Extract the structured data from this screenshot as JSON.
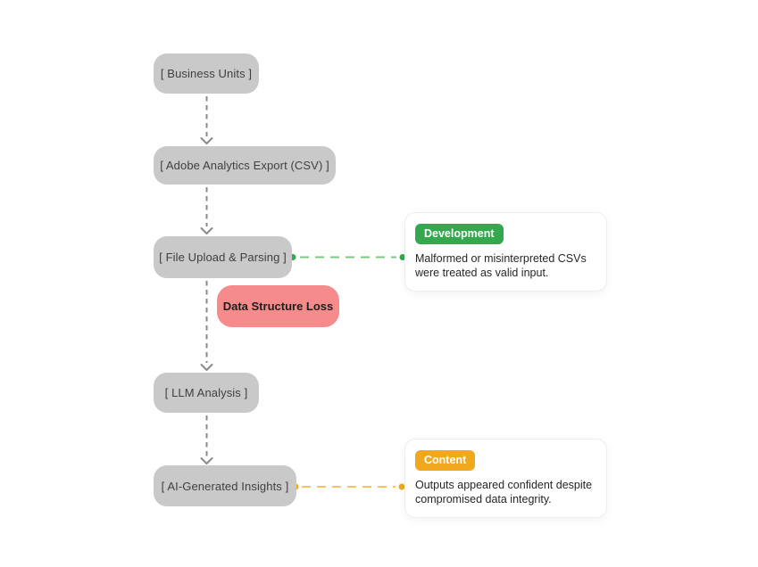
{
  "flow": {
    "nodes": [
      {
        "id": "business-units",
        "label": "[ Business Units ]"
      },
      {
        "id": "adobe-analytics-export",
        "label": "[ Adobe Analytics Export (CSV) ]"
      },
      {
        "id": "file-upload-parsing",
        "label": "[ File Upload & Parsing ]"
      },
      {
        "id": "llm-analysis",
        "label": "[ LLM Analysis ]"
      },
      {
        "id": "ai-generated-insights",
        "label": "[ AI-Generated Insights ]"
      }
    ],
    "risk_node": {
      "label": "Data Structure Loss",
      "bg_color": "#f58b8b",
      "text_color": "#1e1e1e"
    },
    "annotations": [
      {
        "badge": "Development",
        "text": "Malformed or misinterpreted CSVs were treated as valid input.",
        "badge_color": "#34a84e",
        "line_color": "#7bc980",
        "dot_color": "#34a84e",
        "attached_to": "file-upload-parsing"
      },
      {
        "badge": "Content",
        "text": "Outputs appeared confident despite compromised data integrity.",
        "badge_color": "#f0a81f",
        "line_color": "#f6c35c",
        "dot_color": "#f0a81f",
        "attached_to": "ai-generated-insights"
      }
    ],
    "colors": {
      "node_bg": "#c9c9c9",
      "node_text": "#3f3f3f",
      "arrow": "#8a8a8a",
      "card_bg": "#ffffff",
      "card_border": "#eeeeee",
      "page_bg": "#ffffff"
    }
  }
}
